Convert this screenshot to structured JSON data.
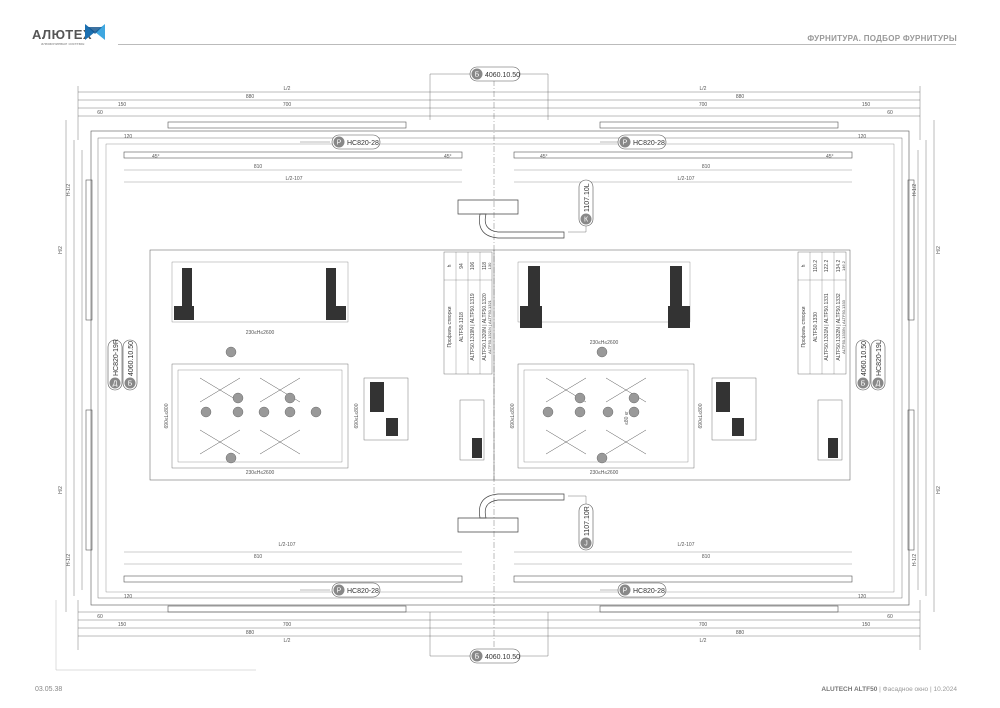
{
  "header": {
    "brand": "АЛЮТЕХ",
    "brand_sub": "алюминиевые системы",
    "section_title": "ФУРНИТУРА. ПОДБОР ФУРНИТУРЫ"
  },
  "footer": {
    "page": "03.05.38",
    "product": "ALUTECH ALTF50",
    "doc": "Фасадное окно",
    "date": "10.2024"
  },
  "callouts": {
    "top": "4060.10.50",
    "bottom": "4060.10.50",
    "left": "4060.10.50",
    "right": "4060.10.50",
    "hc_tl": "HC820-28",
    "hc_tr": "HC820-28",
    "hc_bl": "HC820-28",
    "hc_br": "HC820-28",
    "left_v": "HC820-19R",
    "right_v": "HC820-19L",
    "handle_top": "1107.10L",
    "handle_bottom": "1107.10R"
  },
  "letters": {
    "B": "Б",
    "P": "Р",
    "K": "К",
    "D": "Д",
    "J": "Ј"
  },
  "dims": {
    "L2": "L/2",
    "d880": "880",
    "d700": "700",
    "d60": "60",
    "d150": "150",
    "d120": "120",
    "d810": "810",
    "l2m107": "L/2-107",
    "d45": "45°",
    "h2": "H/2",
    "h2_2": "H-1/2",
    "h2_3": "H-1/2",
    "w_range": "230≤H≤2600",
    "h_range": "690≤L≤800",
    "weight": "≤80 кг"
  },
  "table_left": {
    "head": "Профиль створки",
    "code_head": "h",
    "rows": [
      {
        "name": "ALTF50.1318",
        "val": "94"
      },
      {
        "name": "ALTF50.1319N | ALTF50.1319",
        "val": "106"
      },
      {
        "name": "ALTF50.1320N | ALTF50.1320",
        "val": "118"
      },
      {
        "name": "ALTF50.1321N | ALTF50.1321",
        "val": "130"
      }
    ]
  },
  "table_right": {
    "head": "Профиль створки",
    "code_head": "h",
    "rows": [
      {
        "name": "ALTF50.1330",
        "val": "110.2"
      },
      {
        "name": "ALTF50.1331N | ALTF50.1331",
        "val": "122.2"
      },
      {
        "name": "ALTF50.1332N | ALTF50.1332",
        "val": "134.2"
      },
      {
        "name": "ALTF50.1333N | ALTF50.1333",
        "val": "146.2"
      }
    ]
  }
}
